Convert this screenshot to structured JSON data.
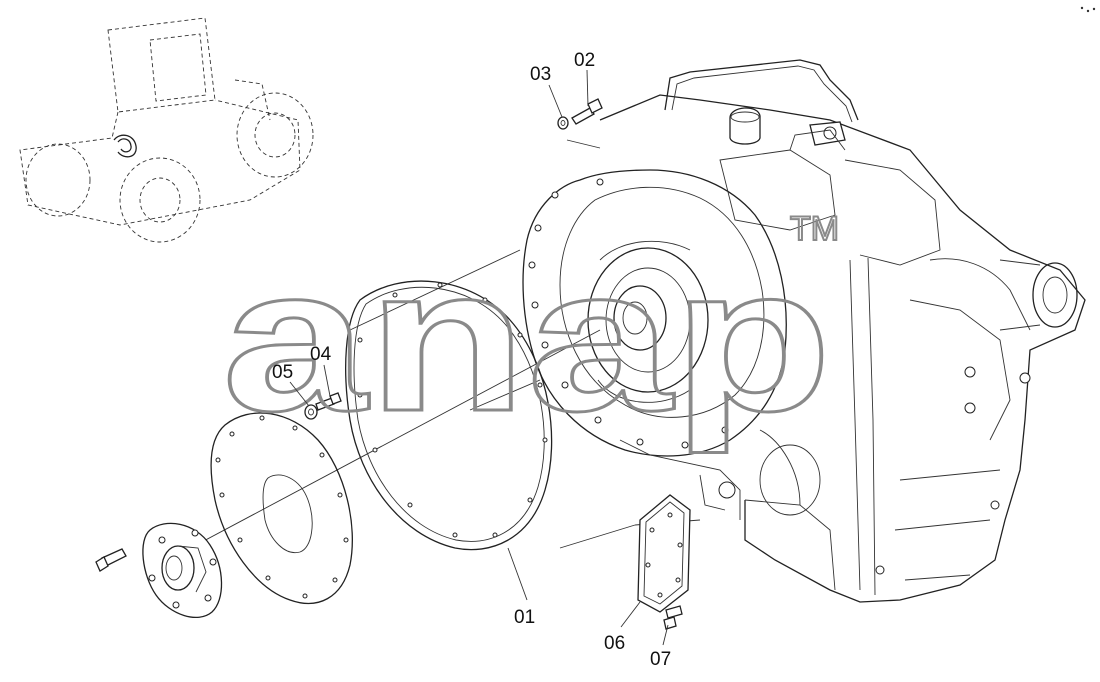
{
  "watermark": {
    "text": "anap",
    "trademark": "TM",
    "color": "#8a8a8a"
  },
  "callouts": [
    "01",
    "02",
    "03",
    "04",
    "05",
    "06",
    "07"
  ],
  "icons": {
    "overview": "loader-locator-icon",
    "transmission": "transmission-housing",
    "gasket": "gasket-ring",
    "flex_plate": "flex-plate-disc",
    "flange": "drive-flange-hub",
    "cover": "inspection-cover-plate"
  }
}
